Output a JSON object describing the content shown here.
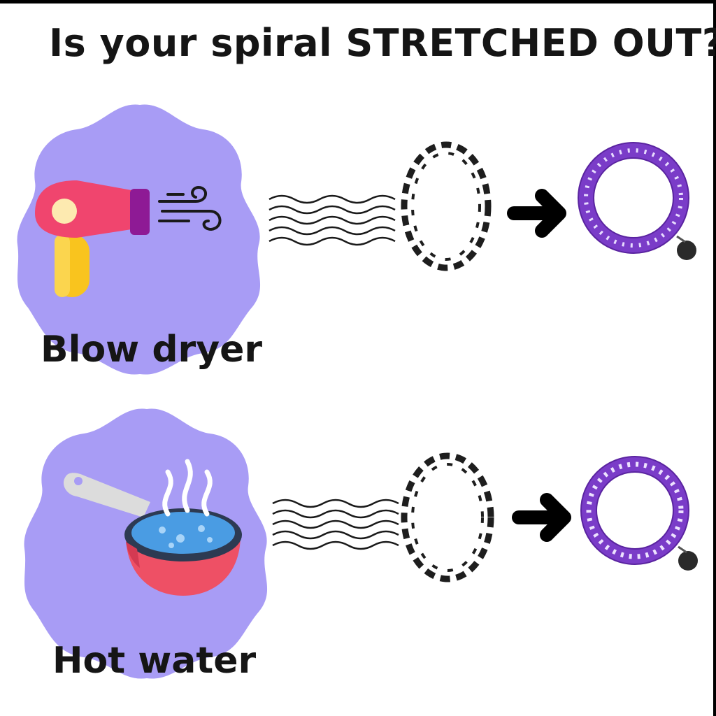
{
  "title": "Is your spiral STRETCHED OUT?",
  "methods": [
    {
      "label": "Blow dryer",
      "icon": "blow-dryer-icon",
      "result": "spiral-bracelet-icon"
    },
    {
      "label": "Hot water",
      "icon": "pot-of-hot-water-icon",
      "result": "spiral-bracelet-icon"
    }
  ],
  "colors": {
    "blob": "#a89cf5",
    "dryer_body": "#f0456e",
    "dryer_handle": "#f9c41e",
    "dryer_nozzle": "#8e1a95",
    "pot_body": "#ee5065",
    "pot_rim": "#2d3a52",
    "water": "#4a9ce3",
    "bracelet_purple": "#7a3cc8",
    "stretched_coil": "#1e1e1e"
  }
}
